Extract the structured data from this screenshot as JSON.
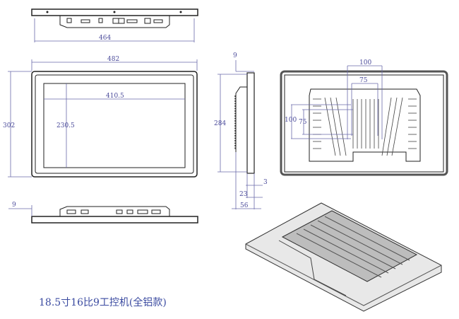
{
  "dimensions": {
    "top_width": "464",
    "front_width": "482",
    "screen_width": "410.5",
    "screen_height": "230.5",
    "front_height": "302",
    "side_top_offset": "9",
    "side_height": "284",
    "side_bezel": "3",
    "side_body": "23",
    "side_total": "56",
    "bottom_offset": "9",
    "vesa_outer_h": "100",
    "vesa_inner_h": "75",
    "vesa_outer_v": "100",
    "vesa_inner_v": "75"
  },
  "caption": "18.5寸16比9工控机(全铝款)"
}
